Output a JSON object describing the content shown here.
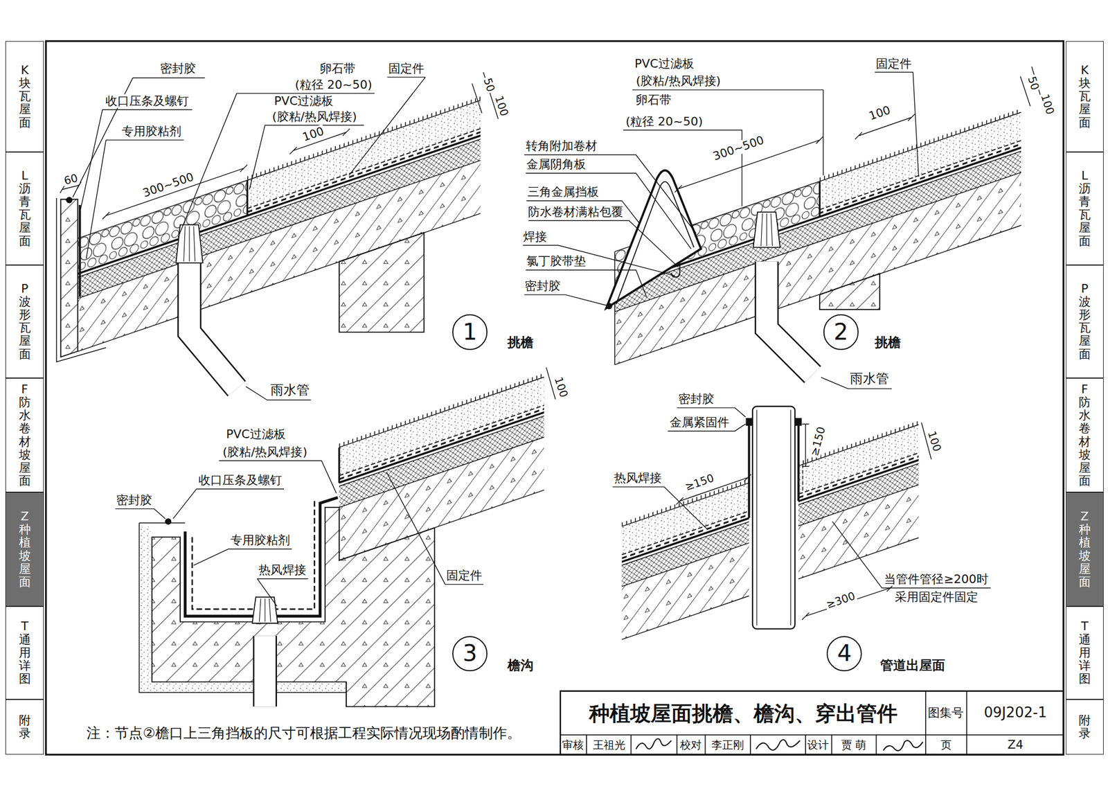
{
  "diagram": {
    "title": "种植坡屋面挑檐、檐沟、穿出管件",
    "nodes": [
      {
        "text": [
          "K块瓦屋面"
        ]
      },
      {
        "text": [
          "L沥青瓦屋面"
        ]
      },
      {
        "text": [
          "P波形瓦屋面"
        ]
      },
      {
        "text": [
          "F防水卷材坡屋面"
        ]
      },
      {
        "text": [
          "Z种植坡屋面"
        ]
      },
      {
        "text": [
          "T通用详图"
        ]
      },
      {
        "text": [
          "附录"
        ]
      },
      {
        "text": [
          "K块瓦屋面"
        ]
      },
      {
        "text": [
          "L沥青瓦屋面"
        ]
      },
      {
        "text": [
          "P波形瓦屋面"
        ]
      },
      {
        "text": [
          "F防水卷材坡屋面"
        ]
      },
      {
        "text": [
          "Z种植坡屋面"
        ]
      },
      {
        "text": [
          "T通用详图"
        ]
      },
      {
        "text": [
          "附录"
        ]
      },
      {
        "text": [
          "1",
          "挑檐"
        ]
      },
      {
        "text": [
          "2",
          "挑檐"
        ]
      },
      {
        "text": [
          "3",
          "檐沟"
        ]
      },
      {
        "text": [
          "4",
          "管道出屋面"
        ]
      }
    ],
    "labels": [
      "密封胶",
      "收口压条及螺钉",
      "专用胶粘剂",
      "60",
      "300~500",
      "卵石带",
      "(粒径 20~50)",
      "PVC过滤板",
      "(胶粘/热风焊接)",
      "固定件",
      "100",
      "50",
      "100",
      "雨水管",
      "PVC过滤板",
      "(胶粘/热风焊接)",
      "卵石带",
      "(粒径 20~50)",
      "固定件",
      "100",
      "50",
      "100",
      "300~500",
      "转角附加卷材",
      "金属阴角板",
      "三角金属挡板",
      "防水卷材满粘包覆",
      "焊接",
      "氯丁胶带垫",
      "密封胶",
      "雨水管",
      "100",
      "PVC过滤板",
      "(胶粘/热风焊接)",
      "收口压条及螺钉",
      "密封胶",
      "专用胶粘剂",
      "热风焊接",
      "固定件",
      "密封胶",
      "金属紧固件",
      "≥150",
      "100",
      "热风焊接",
      "≥150",
      "当管件管径≥200时",
      "采用固定件固定",
      "≥300",
      "注：节点②檐口上三角挡板的尺寸可根据工程实际情况现场酌情制作。",
      "图集号",
      "09J202-1",
      "审核",
      "王祖光",
      "校对",
      "李正刚",
      "设计",
      "贾 萌",
      "页",
      "Z4"
    ]
  }
}
